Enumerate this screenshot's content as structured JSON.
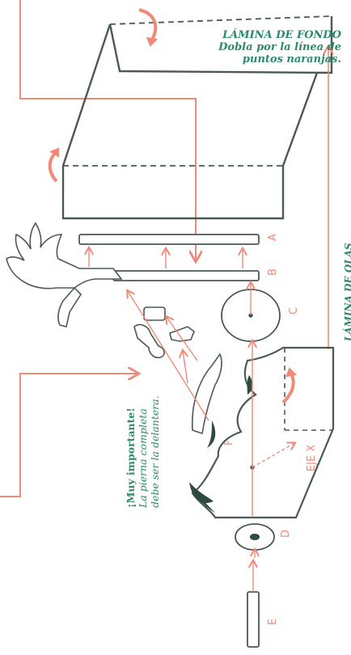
{
  "labels": {
    "fondo_title": "LÁMINA DE FONDO",
    "fondo_line1": "Dobla por la línea de",
    "fondo_line2": "puntos naranjas.",
    "olas": "LÁMINA DE OLAS",
    "important_title": "¡Muy importante!",
    "important_line1": "La pierna completa",
    "important_line2": "debe ser la delantera.",
    "eje": "EJE X",
    "piece_a": "A",
    "piece_b": "B",
    "piece_c": "C",
    "piece_d": "D",
    "piece_e": "E",
    "piece_f": "F"
  },
  "colors": {
    "outline": "#4a5a52",
    "arrow": "#ef8a78",
    "text": "#2e8a6b",
    "fill_dark": "#2f4a3e"
  }
}
